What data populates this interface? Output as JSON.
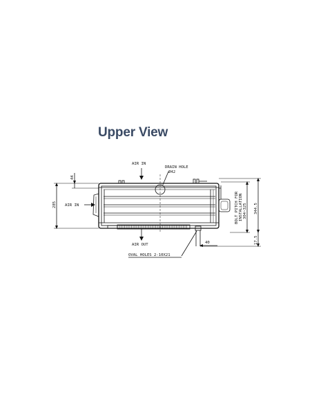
{
  "title": "Upper View",
  "labels": {
    "air_in_top": "AIR IN",
    "air_in_left": "AIR IN",
    "air_out": "AIR OUT",
    "drain_hole": "DRAIN HOLE",
    "drain_dia": "Ø42",
    "oval_holes": "OVAL HOLES 2-10X21",
    "bolt_pitch_line1": "BOLT PITCH FOR",
    "bolt_pitch_line2": "INSTALLATION",
    "bolt_pitch_line3": "304~325"
  },
  "dimensions": {
    "d44": "44",
    "d285": "285",
    "d40": "40",
    "d17_5": "17.5",
    "d344_5": "344.5"
  },
  "colors": {
    "title": "#3a4a64",
    "line": "#111111",
    "background": "#ffffff"
  }
}
